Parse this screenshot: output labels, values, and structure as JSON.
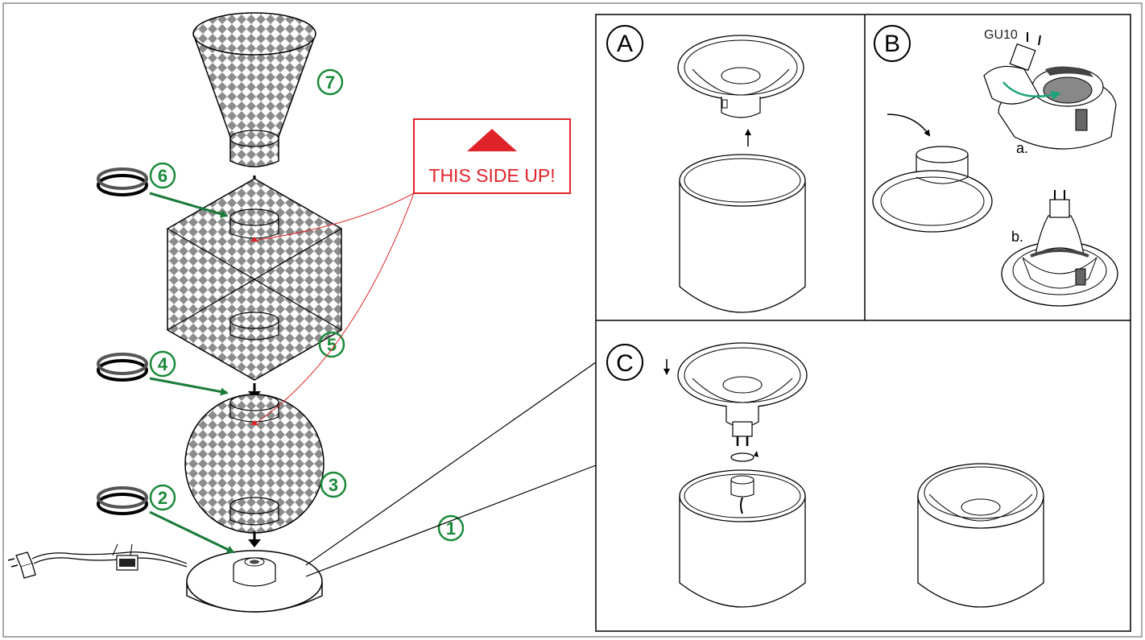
{
  "colors": {
    "part_number": "#1a8a3a",
    "pointer_arrow": "#1a7a3a",
    "warning": "#e0232a",
    "line": "#000000",
    "mesh_fill": "#9a9a9a"
  },
  "parts": [
    {
      "id": "base",
      "number": "1"
    },
    {
      "id": "ring-lower",
      "number": "2"
    },
    {
      "id": "globe",
      "number": "3"
    },
    {
      "id": "ring-middle",
      "number": "4"
    },
    {
      "id": "cube",
      "number": "5"
    },
    {
      "id": "ring-upper",
      "number": "6"
    },
    {
      "id": "cone",
      "number": "7"
    }
  ],
  "warning": {
    "text": "THIS SIDE UP!",
    "icon": "triangle-up-icon"
  },
  "steps": {
    "a": {
      "letter": "A"
    },
    "b": {
      "letter": "B",
      "bulb_label": "GU10",
      "sub_a": "a.",
      "sub_b": "b."
    },
    "c": {
      "letter": "C"
    }
  },
  "icons": [
    "plug-icon",
    "arrow-down-icon",
    "arrow-up-icon",
    "rotate-icon",
    "curved-arrow-icon"
  ]
}
